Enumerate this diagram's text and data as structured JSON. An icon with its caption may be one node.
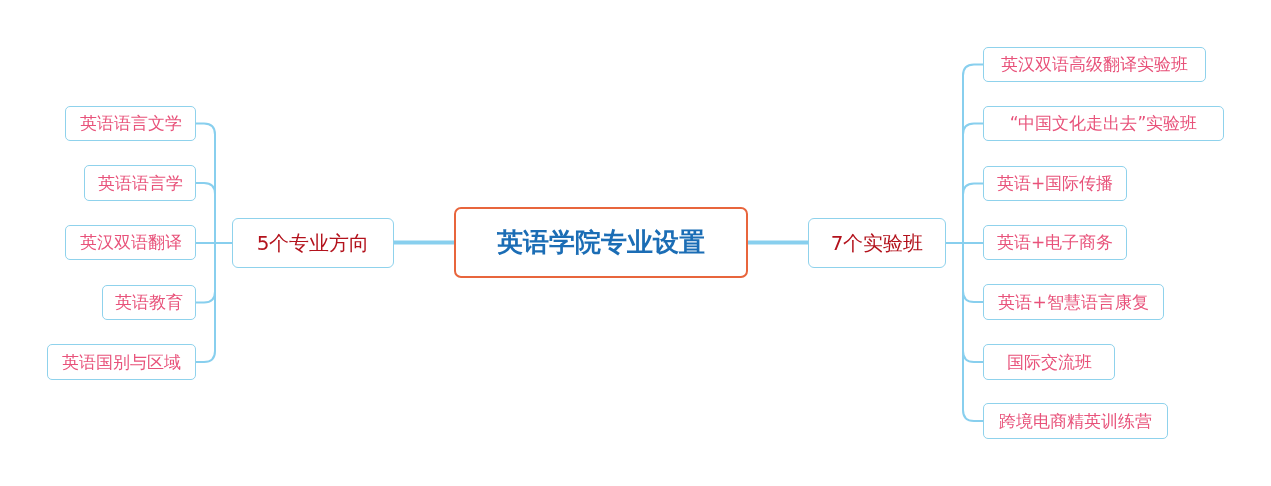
{
  "diagram": {
    "nodes": [
      {
        "text": [
          "英语学院专业设置"
        ]
      },
      {
        "text": [
          "5个专业方向"
        ]
      },
      {
        "text": [
          "英语语言文学"
        ]
      },
      {
        "text": [
          "英语语言学"
        ]
      },
      {
        "text": [
          "英汉双语翻译"
        ]
      },
      {
        "text": [
          "英语教育"
        ]
      },
      {
        "text": [
          "英语国别与区域"
        ]
      },
      {
        "text": [
          "7个实验班"
        ]
      },
      {
        "text": [
          "英汉双语高级翻译实验班"
        ]
      },
      {
        "text": [
          "“中国文化走出去”实验班"
        ]
      },
      {
        "text": [
          "英语+国际传播"
        ]
      },
      {
        "text": [
          "英语+电子商务"
        ]
      },
      {
        "text": [
          "英语+智慧语言康复"
        ]
      },
      {
        "text": [
          "国际交流班"
        ]
      },
      {
        "text": [
          "跨境电商精英训练营"
        ]
      }
    ],
    "edges": [
      {
        "from": 0,
        "to": 1,
        "arrow": "none",
        "style": "thick"
      },
      {
        "from": 0,
        "to": 7,
        "arrow": "none",
        "style": "thick"
      },
      {
        "from": 1,
        "to": 2,
        "arrow": "none"
      },
      {
        "from": 1,
        "to": 3,
        "arrow": "none"
      },
      {
        "from": 1,
        "to": 4,
        "arrow": "none"
      },
      {
        "from": 1,
        "to": 5,
        "arrow": "none"
      },
      {
        "from": 1,
        "to": 6,
        "arrow": "none"
      },
      {
        "from": 7,
        "to": 8,
        "arrow": "none"
      },
      {
        "from": 7,
        "to": 9,
        "arrow": "none"
      },
      {
        "from": 7,
        "to": 10,
        "arrow": "none"
      },
      {
        "from": 7,
        "to": 11,
        "arrow": "none"
      },
      {
        "from": 7,
        "to": 12,
        "arrow": "none"
      },
      {
        "from": 7,
        "to": 13,
        "arrow": "none"
      },
      {
        "from": 7,
        "to": 14,
        "arrow": "none"
      }
    ]
  }
}
